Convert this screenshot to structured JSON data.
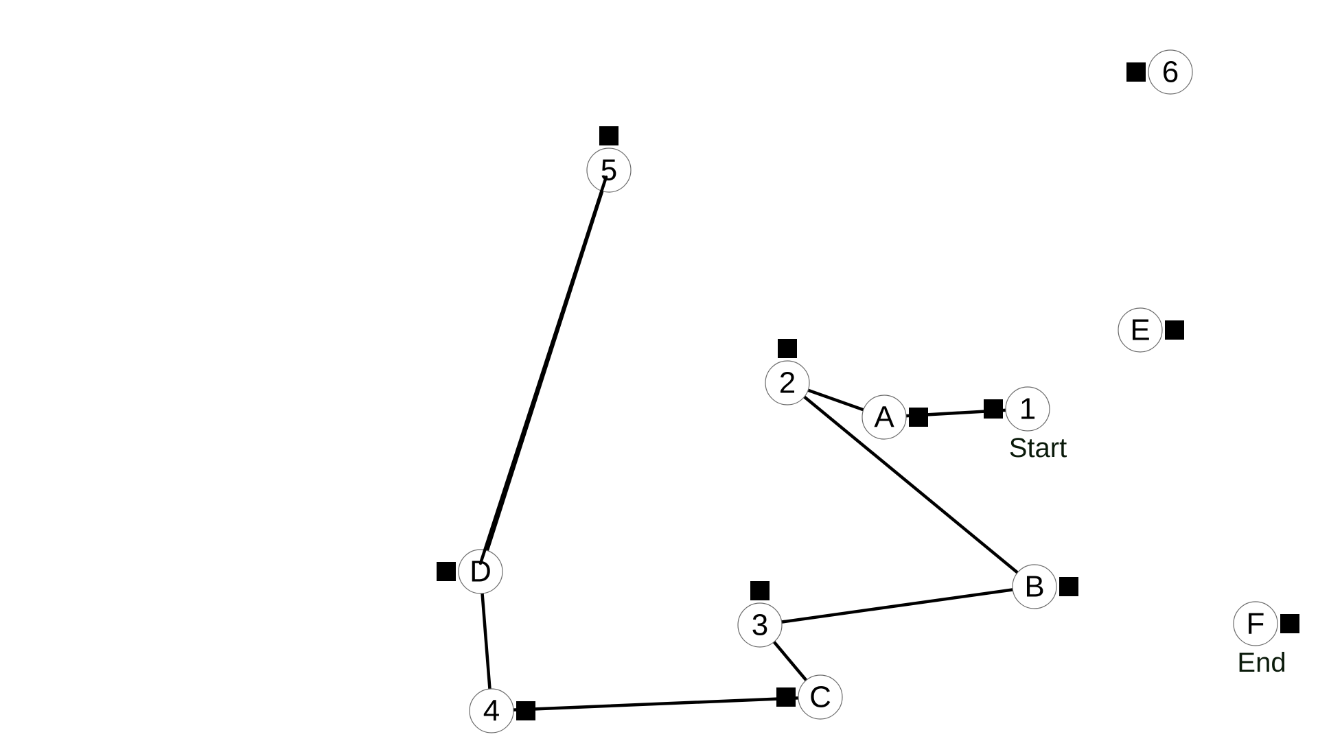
{
  "puzzle": {
    "nodes": [
      {
        "id": "1",
        "label": "1"
      },
      {
        "id": "2",
        "label": "2"
      },
      {
        "id": "3",
        "label": "3"
      },
      {
        "id": "4",
        "label": "4"
      },
      {
        "id": "5",
        "label": "5"
      },
      {
        "id": "6",
        "label": "6"
      },
      {
        "id": "A",
        "label": "A"
      },
      {
        "id": "B",
        "label": "B"
      },
      {
        "id": "C",
        "label": "C"
      },
      {
        "id": "D",
        "label": "D"
      },
      {
        "id": "E",
        "label": "E"
      },
      {
        "id": "F",
        "label": "F"
      }
    ],
    "connections": [
      {
        "from": "1",
        "to": "A"
      },
      {
        "from": "A",
        "to": "2"
      },
      {
        "from": "2",
        "to": "B"
      },
      {
        "from": "B",
        "to": "3"
      },
      {
        "from": "3",
        "to": "C"
      },
      {
        "from": "C",
        "to": "4"
      },
      {
        "from": "4",
        "to": "D"
      },
      {
        "from": "D",
        "to": "5"
      }
    ],
    "captions": {
      "start": "Start",
      "end": "End"
    },
    "colors": {
      "line": "#000000",
      "circle_fill": "#ffffff",
      "circle_border": "#6a6a6a",
      "handle": "#000000",
      "caption_text": "#0a1a0a"
    }
  }
}
